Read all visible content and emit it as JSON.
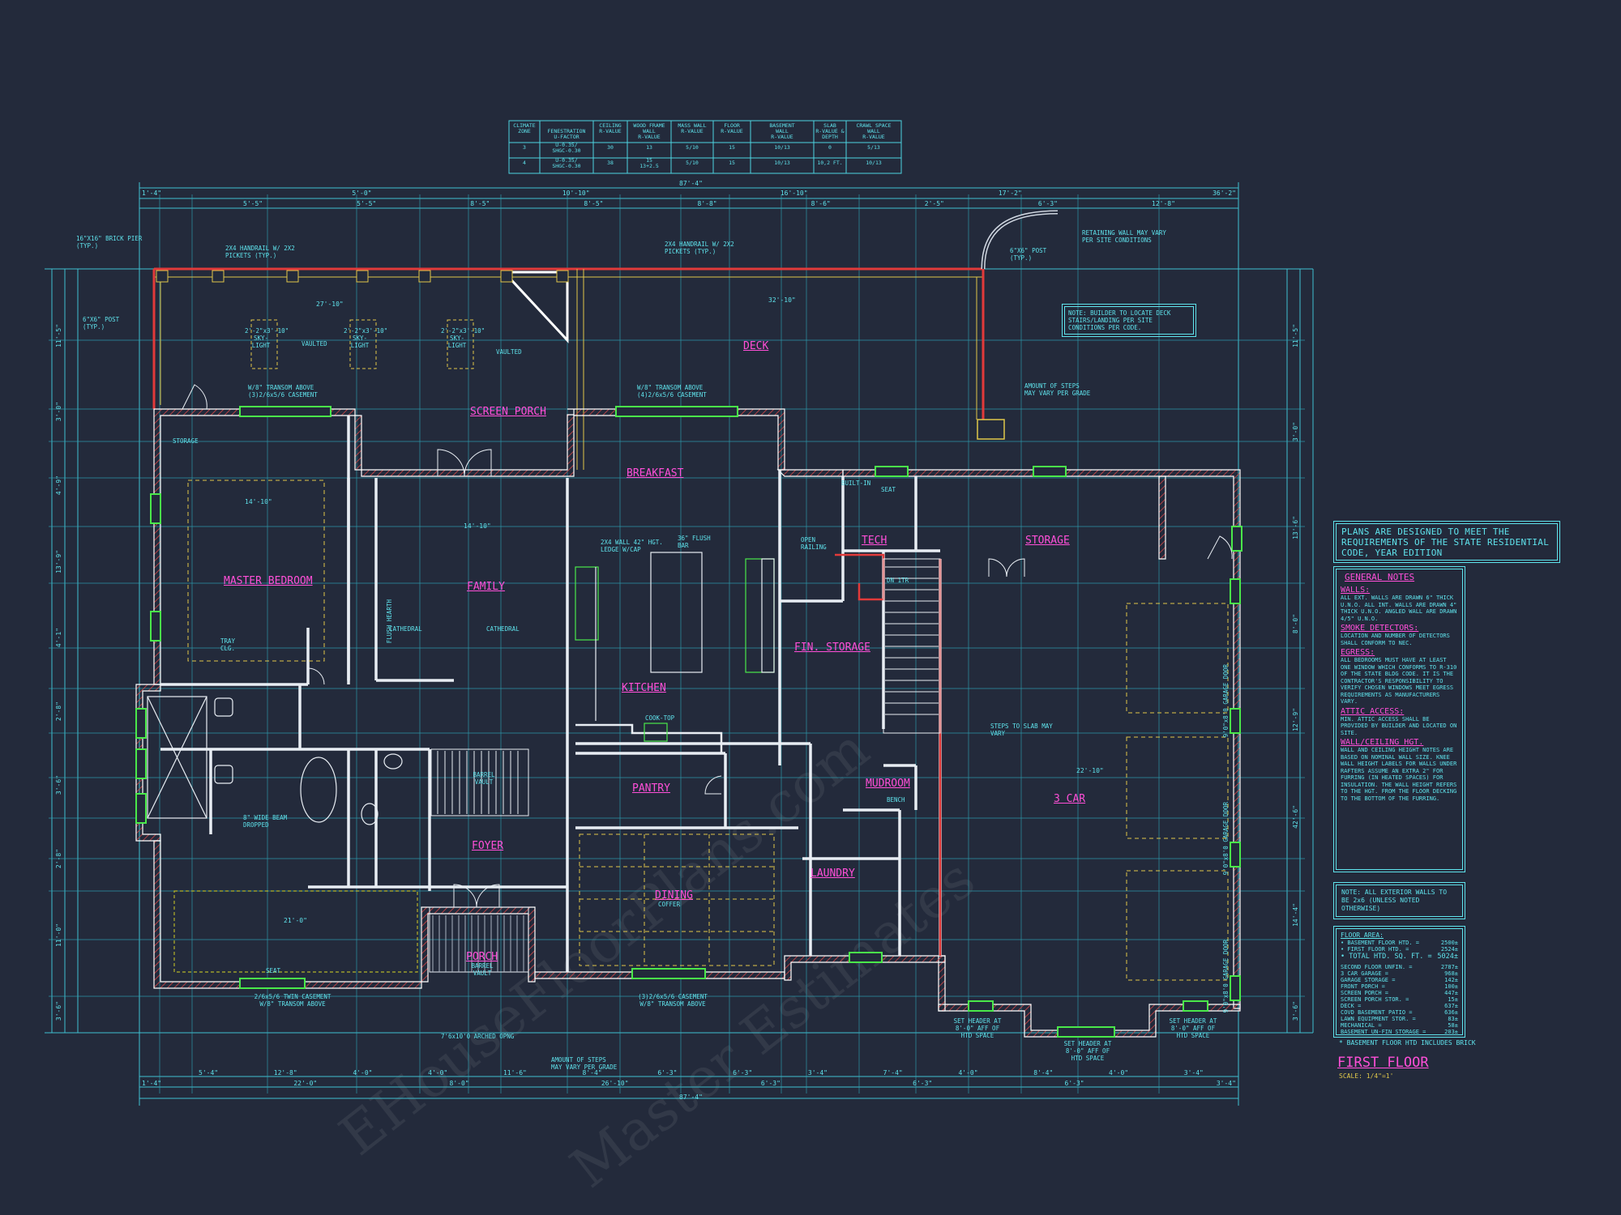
{
  "climate_table": {
    "headers": [
      "CLIMATE ZONE",
      "FENESTRATION U-FACTOR",
      "CEILING R-VALUE",
      "WOOD FRAME WALL R-VALUE",
      "MASS WALL R-VALUE",
      "FLOOR R-VALUE",
      "BASEMENT WALL R-VALUE",
      "SLAB R-VALUE & DEPTH",
      "CRAWL SPACE WALL R-VALUE"
    ],
    "rows": [
      [
        "3",
        "U-0.35/ SHGC-0.30",
        "30",
        "13",
        "5/10",
        "15",
        "10/13",
        "0",
        "5/13"
      ],
      [
        "4",
        "U-0.35/ SHGC-0.30",
        "38",
        "15 13+2.5",
        "5/10",
        "15",
        "10/13",
        "10,2 FT.",
        "10/13"
      ]
    ]
  },
  "rooms": {
    "deck": "DECK",
    "screen_porch": "SCREEN PORCH",
    "breakfast": "BREAKFAST",
    "master_bedroom": "MASTER BEDROOM",
    "family": "FAMILY",
    "kitchen": "KITCHEN",
    "tech": "TECH",
    "storage": "STORAGE",
    "fin_storage": "FIN. STORAGE",
    "pantry": "PANTRY",
    "mudroom": "MUDROOM",
    "three_car": "3 CAR",
    "foyer": "FOYER",
    "laundry": "LAUNDRY",
    "dining": "DINING",
    "porch": "PORCH"
  },
  "labels": {
    "brick_pier": "16\"X16\" BRICK PIER (TYP.)",
    "handrail_left": "2X4 HANDRAIL W/ 2X2 PICKETS (TYP.)",
    "handrail_deck": "2X4 HANDRAIL W/ 2X2 PICKETS (TYP.)",
    "post_left": "6\"X6\" POST (TYP.)",
    "post_right": "6\"X6\" POST (TYP.)",
    "retaining_wall": "RETAINING WALL MAY VARY PER SITE CONDITIONS",
    "deck_note": "NOTE: BUILDER TO LOCATE DECK STAIRS/LANDING PER SITE CONDITIONS PER CODE.",
    "steps_rear": "AMOUNT OF STEPS MAY VARY PER GRADE",
    "steps_front": "AMOUNT OF STEPS MAY VARY PER GRADE",
    "steps_slab": "STEPS TO SLAB MAY VARY",
    "transom_1": "W/8\" TRANSOM ABOVE (3)2/6x5/6 CASEMENT",
    "transom_2": "W/8\" TRANSOM ABOVE (4)2/6x5/6 CASEMENT",
    "storage_small": "STORAGE",
    "tray_clg": "TRAY CLG.",
    "cathedral_left": "CATHEDRAL",
    "cathedral_right": "CATHEDRAL",
    "flush_hearth": "FLUSH HEARTH",
    "ledge": "2X4 WALL 42\" HGT. LEDGE W/CAP",
    "flush_bar": "36\" FLUSH BAR",
    "cooktop": "COOK-TOP",
    "on_tr": "DN 1TR",
    "seat_top": "SEAT",
    "built_in": "BUILT-IN",
    "open_railing": "OPEN RAILING",
    "barrel_vault_1": "BARREL VAULT",
    "barrel_vault_2": "BARREL VAULT",
    "bench": "BENCH",
    "coffer": "COFFER",
    "beam": "8\" WIDE BEAM DROPPED",
    "seat_bottom": "SEAT",
    "twin_casement": "2/6x5/6 TWIN CASEMENT W/8\" TRANSOM ABOVE",
    "casement_bottom": "(3)2/6x5/6 CASEMENT W/8\" TRANSOM ABOVE",
    "arched": "7'6x10'0 ARCHED OPNG",
    "set_header_1": "SET HEADER AT 8'-0\" AFF OF HTD SPACE",
    "set_header_2": "SET HEADER AT 8'-0\" AFF OF HTD SPACE",
    "set_header_3": "SET HEADER AT 8'-0\" AFF OF HTD SPACE",
    "garage_door_1": "9'0\"x8'0 GARAGE DOOR",
    "garage_door_2": "9'0\"x8'0 GARAGE DOOR",
    "garage_door_3": "9'0\"x8'0 GARAGE DOOR",
    "vaulted_1": "VAULTED",
    "vaulted_2": "VAULTED",
    "skylight_1": "2'-2\"x3'-10\" SKY-LIGHT",
    "skylight_2": "2'-2\"x3'-10\" SKY-LIGHT",
    "skylight_3": "2'-2\"x3'-10\" SKY-LIGHT",
    "dim_overall_top": "87'-4\"",
    "dim_overall_bottom": "87'-4\"",
    "dim_deck": "32'-10\"",
    "dim_porch_width": "27'-10\"",
    "dim_garage": "22'-10\"",
    "dim_master": "14'-10\"",
    "dim_family": "14'-10\"",
    "dim_bath": "21'-0\""
  },
  "dims_top_row1": [
    "1'-4\"",
    "5'-0\"",
    "10'-10\"",
    "16'-10\"",
    "17'-2\"",
    "36'-2\""
  ],
  "dims_top_row2": [
    "5'-5\"",
    "5'-5\"",
    "8'-5\"",
    "8'-5\"",
    "8'-8\"",
    "8'-6\"",
    "2'-5\"",
    "6'-3\"",
    "12'-8\""
  ],
  "dims_bottom_row1": [
    "5'-4\"",
    "12'-8\"",
    "4'-0\"",
    "4'-0\"",
    "11'-6\"",
    "8'-4\"",
    "6'-3\"",
    "6'-3\"",
    "3'-4\"",
    "7'-4\"",
    "4'-0\"",
    "8'-4\"",
    "4'-0\"",
    "3'-4\""
  ],
  "dims_bottom_row2": [
    "1'-4\"",
    "22'-0\"",
    "8'-0\"",
    "26'-10\"",
    "6'-3\"",
    "6'-3\"",
    "6'-3\"",
    "3'-4\""
  ],
  "dims_left": [
    "11'-5\"",
    "3'-0\"",
    "4'-9\"",
    "13'-9\"",
    "4'-1\"",
    "2'-8\"",
    "3'-6\"",
    "2'-8\"",
    "11'-0\"",
    "3'-6\""
  ],
  "dims_right": [
    "11'-5\"",
    "3'-0\"",
    "13'-6\"",
    "8'-0\"",
    "12'-9\"",
    "42'-6\"",
    "14'-4\"",
    "3'-6\""
  ],
  "code_banner": "PLANS ARE DESIGNED TO MEET THE REQUIREMENTS OF THE STATE RESIDENTIAL CODE, YEAR EDITION",
  "general_notes": {
    "title": "GENERAL NOTES",
    "sections": [
      {
        "heading": "WALLS:",
        "body": "ALL EXT. WALLS ARE DRAWN 6\" THICK U.N.O. ALL INT. WALLS ARE DRAWN 4\" THICK U.N.O. ANGLED WALL ARE DRAWN 4/5\" U.N.O."
      },
      {
        "heading": "SMOKE DETECTORS:",
        "body": "LOCATION AND NUMBER OF DETECTORS SHALL CONFORM TO NEC."
      },
      {
        "heading": "EGRESS:",
        "body": "ALL BEDROOMS MUST HAVE AT LEAST ONE WINDOW WHICH CONFORMS TO R-310 OF THE STATE BLDG CODE. IT IS THE CONTRACTOR'S RESPONSIBILITY TO VERIFY CHOSEN WINDOWS MEET EGRESS REQUIREMENTS AS MANUFACTURERS VARY."
      },
      {
        "heading": "ATTIC ACCESS:",
        "body": "MIN. ATTIC ACCESS SHALL BE PROVIDED BY BUILDER AND LOCATED ON SITE."
      },
      {
        "heading": "WALL/CEILING HGT.",
        "body": "WALL AND CEILING HEIGHT NOTES ARE BASED ON NOMINAL WALL SIZE. KNEE WALL HEIGHT LABELS FOR WALLS UNDER RAFTERS ASSUME AN EXTRA 2\" FOR FURRING (IN HEATED SPACES) FOR INSULATION. THE WALL HEIGHT REFERS TO THE HGT. FROM THE FLOOR DECKING TO THE BOTTOM OF THE FURRING."
      }
    ]
  },
  "ext_wall_note": "NOTE: ALL EXTERIOR WALLS TO BE 2x6 (UNLESS NOTED OTHERWISE)",
  "floor_area": {
    "title": "FLOOR AREA:",
    "rows": [
      {
        "label": "BASEMENT FLOOR HTD. =",
        "value": "2500±"
      },
      {
        "label": "FIRST FLOOR HTD. =",
        "value": "2524±"
      },
      {
        "label": "TOTAL HTD. SQ. FT. =",
        "value": "5024±"
      },
      {
        "label": "SECOND FLOOR UNFIN. =",
        "value": "2787±"
      },
      {
        "label": "3 CAR GARAGE =",
        "value": "968±"
      },
      {
        "label": "GARAGE STORAGE =",
        "value": "142±"
      },
      {
        "label": "FRONT PORCH =",
        "value": "100±"
      },
      {
        "label": "SCREEN PORCH =",
        "value": "447±"
      },
      {
        "label": "SCREEN PORCH STOR. =",
        "value": "15±"
      },
      {
        "label": "DECK =",
        "value": "637±"
      },
      {
        "label": "COVD BASEMENT PATIO =",
        "value": "636±"
      },
      {
        "label": "LAWN EQUIPMENT STOR. =",
        "value": "83±"
      },
      {
        "label": "MECHANICAL =",
        "value": "58±"
      },
      {
        "label": "BASEMENT UN-FIN STORAGE =",
        "value": "203±"
      }
    ],
    "footnote": "* BASEMENT FLOOR HTD INCLUDES BRICK"
  },
  "sheet_title": "FIRST FLOOR",
  "scale": "SCALE: 1/4\"=1'",
  "watermark_1": "EHouseFloorPlans.com",
  "watermark_2": "Master Estimates"
}
